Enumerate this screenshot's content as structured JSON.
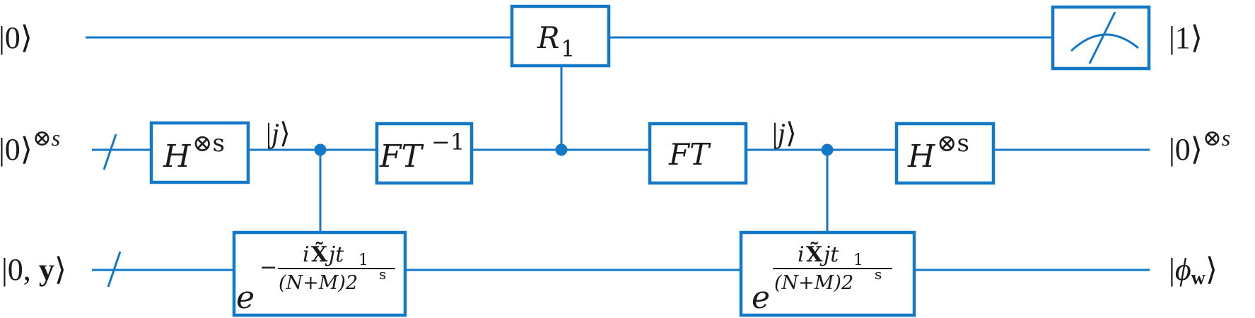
{
  "diagram": {
    "type": "quantum-circuit",
    "colors": {
      "wire": "#1478c8",
      "text": "#1a1a1a",
      "background": "#ffffff"
    },
    "qubits": [
      {
        "id": "ancilla",
        "input_label": "|0⟩",
        "output_label": "|1⟩",
        "multi_qubit": false
      },
      {
        "id": "register",
        "input_label": "|0⟩",
        "input_superscript": "⊗s",
        "output_label": "|0⟩",
        "output_superscript": "⊗s",
        "multi_qubit": true
      },
      {
        "id": "data",
        "input_label_prefix": "|0, ",
        "input_label_bold": "y",
        "input_label_suffix": "⟩",
        "output_label_prefix": "|",
        "output_label_symbol": "ϕ",
        "output_label_sub": "w",
        "output_label_suffix": "⟩",
        "multi_qubit": true
      }
    ],
    "wire_labels": [
      {
        "text_prefix": "|",
        "text_italic": "j",
        "text_suffix": "⟩",
        "wire": "register",
        "position": "after-hadamard-1"
      },
      {
        "text_prefix": "|",
        "text_italic": "j",
        "text_suffix": "⟩",
        "wire": "register",
        "position": "after-ft"
      }
    ],
    "gates": [
      {
        "id": "hadamard-1",
        "wire": "register",
        "base": "H",
        "superscript": "⊗s"
      },
      {
        "id": "controlled-exp-neg",
        "wire": "data",
        "control": "register",
        "base": "e",
        "sign": "−",
        "numerator_i": "i",
        "numerator_x": "X̃",
        "numerator_j": "jt",
        "numerator_sub": "1",
        "denominator": "(N+M)2",
        "denominator_sup": "s"
      },
      {
        "id": "inverse-ft",
        "wire": "register",
        "base": "FT",
        "superscript": "−1"
      },
      {
        "id": "rotation",
        "wire": "ancilla",
        "control": "register",
        "base": "R",
        "subscript": "1"
      },
      {
        "id": "ft",
        "wire": "register",
        "base": "FT"
      },
      {
        "id": "controlled-exp-pos",
        "wire": "data",
        "control": "register",
        "base": "e",
        "sign": "",
        "numerator_i": "i",
        "numerator_x": "X̃",
        "numerator_j": "jt",
        "numerator_sub": "1",
        "denominator": "(N+M)2",
        "denominator_sup": "s"
      },
      {
        "id": "hadamard-2",
        "wire": "register",
        "base": "H",
        "superscript": "⊗s"
      },
      {
        "id": "measurement",
        "wire": "ancilla",
        "icon": "meter-icon"
      }
    ]
  }
}
